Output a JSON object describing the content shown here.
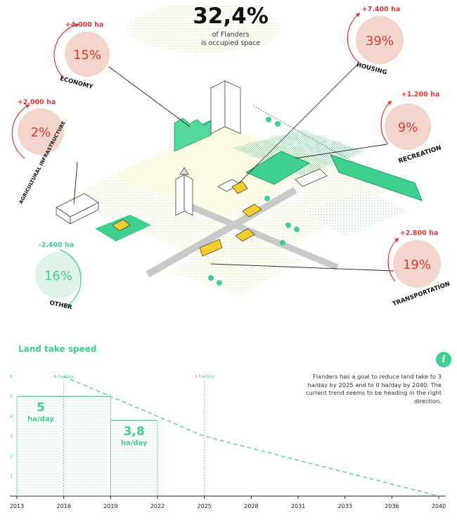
{
  "headline": {
    "value": "32,4%",
    "caption_line1": "of Flanders",
    "caption_line2": "is occupied space"
  },
  "categories": [
    {
      "id": "economy",
      "label": "ECONOMY",
      "percent": "15%",
      "change": "+4.000 ha"
    },
    {
      "id": "housing",
      "label": "HOUSING",
      "percent": "39%",
      "change": "+7.400 ha"
    },
    {
      "id": "agri",
      "label": "AGRICULTURAL INFRASTRUCTURE",
      "percent": "2%",
      "change": "+2.000 ha"
    },
    {
      "id": "recreation",
      "label": "RECREATION",
      "percent": "9%",
      "change": "+1.200 ha"
    },
    {
      "id": "other",
      "label": "OTHER",
      "percent": "16%",
      "change": "-2.400 ha"
    },
    {
      "id": "transport",
      "label": "TRANSPORTATION",
      "percent": "19%",
      "change": "+2.800 ha"
    }
  ],
  "colors": {
    "accent_red": "#d93a3a",
    "bubble_pink": "#f3d5cb",
    "bubble_green": "#dff3e8",
    "accent_green": "#3fcf8e",
    "teal": "#5fd1a6"
  },
  "info": {
    "icon": "info-icon",
    "icon_glyph": "i",
    "text": "Flanders has a goal to reduce land take to 3 ha/day by 2025 and to 0 ha/day by 2040. The current trend seems to be heading in the right direction."
  },
  "chart_data": {
    "type": "area",
    "title": "Land take speed",
    "x_ticks": [
      "2013",
      "2016",
      "2019",
      "2022",
      "2025",
      "2028",
      "2031",
      "2033",
      "2036",
      "2040"
    ],
    "y_ticks": [
      "1",
      "2",
      "3",
      "4",
      "5",
      "6"
    ],
    "ylim": [
      0,
      6
    ],
    "grid": false,
    "measured": [
      {
        "from": "2013",
        "to": "2019",
        "value": 5,
        "label_value": "5",
        "label_unit": "ha/day"
      },
      {
        "from": "2019",
        "to": "2022",
        "value": 3.8,
        "label_value": "3,8",
        "label_unit": "ha/day"
      }
    ],
    "target_line": [
      {
        "x": "2016",
        "y": 6
      },
      {
        "x": "2025",
        "y": 3
      },
      {
        "x": "2040",
        "y": 0
      }
    ],
    "annotations": [
      {
        "x": "2016",
        "text": "6 ha/day"
      },
      {
        "x": "2025",
        "text": "3 ha/day"
      }
    ]
  }
}
